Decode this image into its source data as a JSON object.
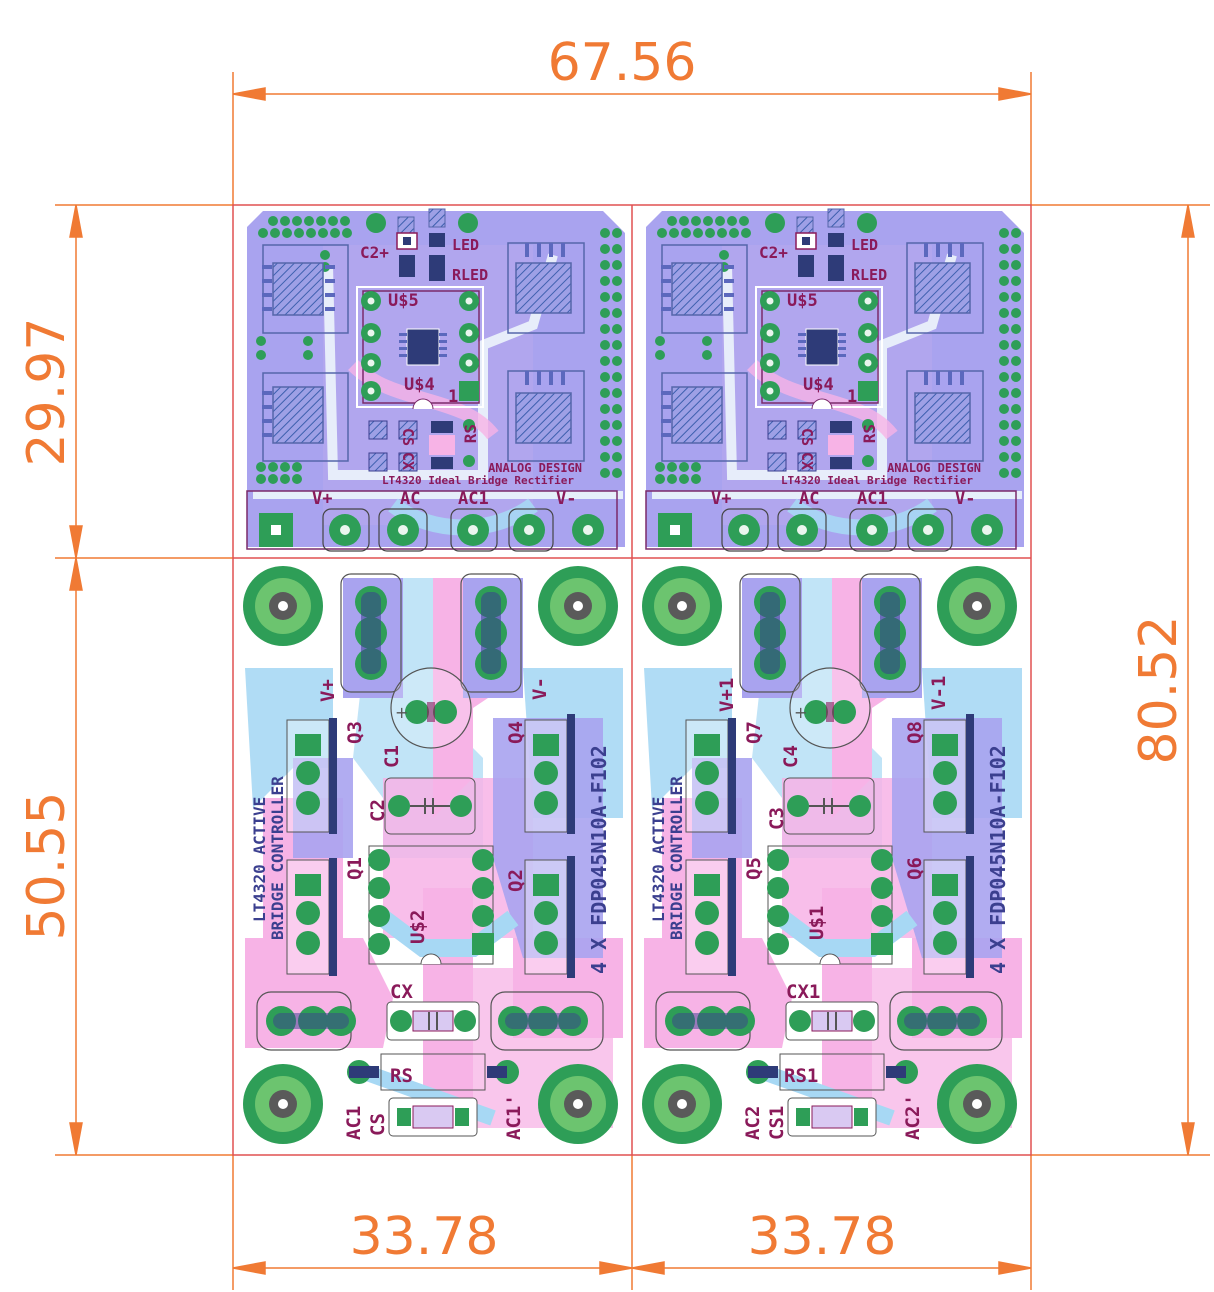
{
  "dimensions": {
    "width_total": "67.56",
    "height_top": "29.97",
    "height_bottom": "50.55",
    "height_total": "80.52",
    "width_left": "33.78",
    "width_right": "33.78"
  },
  "controller_board": {
    "labels": {
      "c2_plus": "C2+",
      "led": "LED",
      "rled": "RLED",
      "us5": "U$5",
      "us4": "U$4",
      "pin1": "1",
      "cs": "CS",
      "cx": "CX",
      "rs": "RS",
      "brand": "ANALOG DESIGN",
      "product": "LT4320 Ideal Bridge Rectifier",
      "term_vplus": "V+",
      "term_ac": "AC",
      "term_ac1": "AC1",
      "term_vminus": "V-"
    }
  },
  "power_left": {
    "labels": {
      "vplus": "V+",
      "vminus": "V-",
      "q1": "Q1",
      "q2": "Q2",
      "q3": "Q3",
      "q4": "Q4",
      "c1": "C1",
      "c2": "C2",
      "us": "U$2",
      "cx": "CX",
      "rs": "RS",
      "cs": "CS",
      "ac_left": "AC1",
      "ac_right": "AC1'",
      "ctrl_line1": "LT4320 ACTIVE",
      "ctrl_line2": "BRIDGE CONTROLLER",
      "mosfet": "4 X FDP045N10A-F102"
    }
  },
  "power_right": {
    "labels": {
      "vplus": "V+1",
      "vminus": "V-1",
      "q1": "Q5",
      "q2": "Q6",
      "q3": "Q7",
      "q4": "Q8",
      "c1": "C4",
      "c2": "C3",
      "us": "U$1",
      "cx": "CX1",
      "rs": "RS1",
      "cs": "CS1",
      "ac_left": "AC2",
      "ac_right": "AC2'",
      "ctrl_line1": "LT4320 ACTIVE",
      "ctrl_line2": "BRIDGE CONTROLLER",
      "mosfet": "4 X FDP045N10A-F102"
    }
  },
  "colors": {
    "dimension": "#f07a34",
    "outline": "#e05050",
    "top_copper": "#f7b3e6",
    "bottom_copper": "#a9a3ef",
    "plane": "#a7d8f4",
    "pad": "#2e9e57",
    "silk_top": "#8a1a5a",
    "silk_bottom": "#3b3f8f"
  }
}
